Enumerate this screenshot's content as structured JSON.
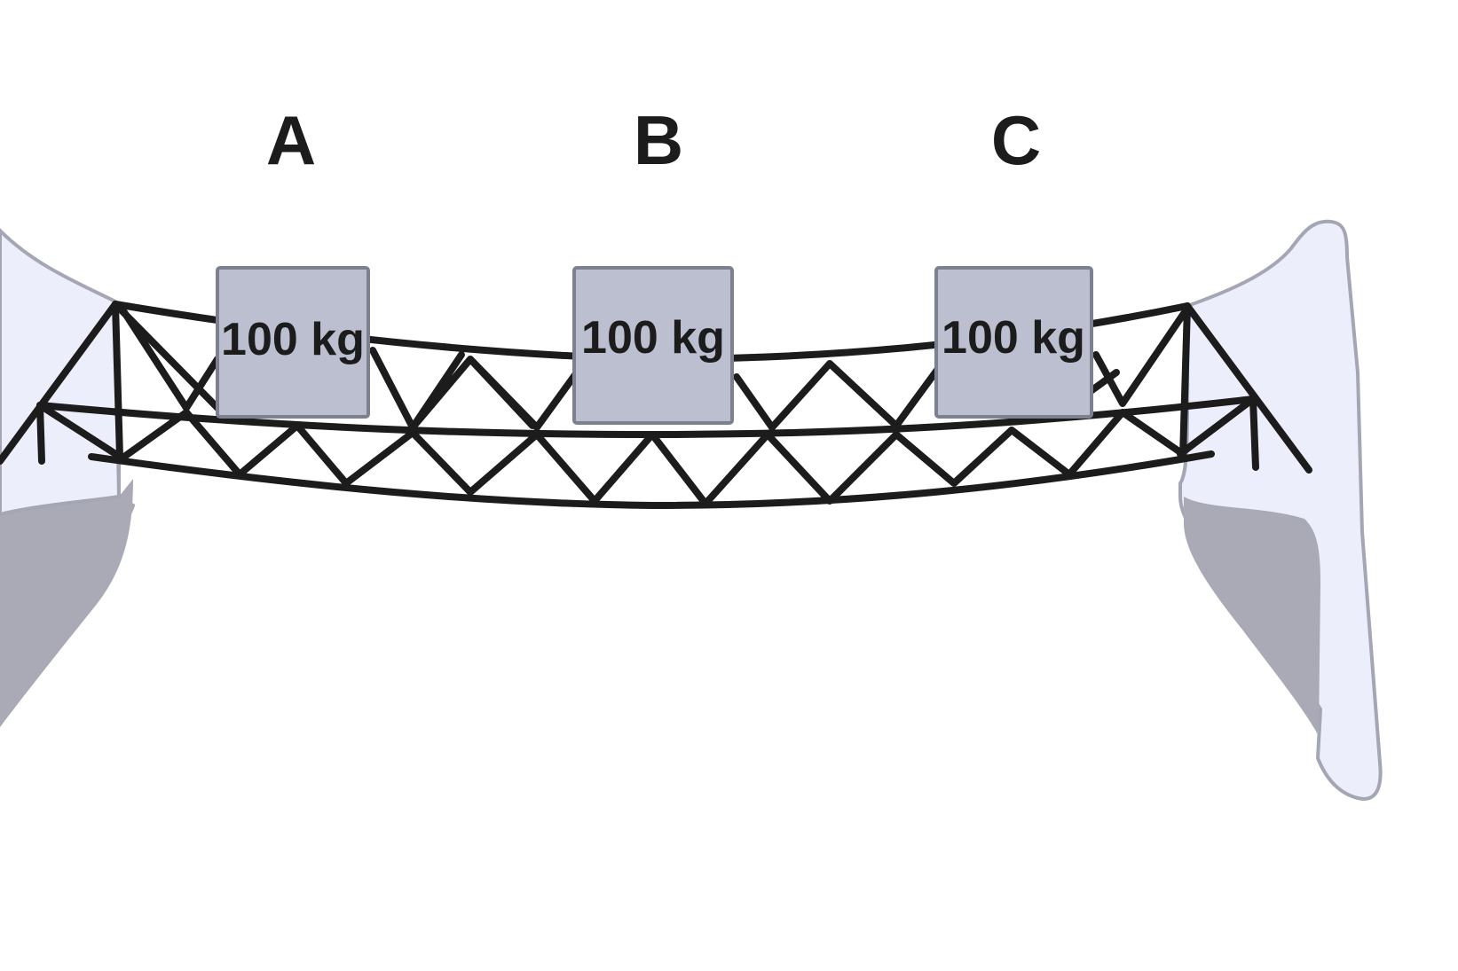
{
  "labels": {
    "a": "A",
    "b": "B",
    "c": "C"
  },
  "weights": {
    "a": "100 kg",
    "b": "100 kg",
    "c": "100 kg"
  },
  "colors": {
    "cliff_light": "#eceefc",
    "cliff_shadow": "#a9aab6",
    "cliff_outline": "#a4a6b3",
    "weight_fill": "#bbbfcf",
    "weight_stroke": "#7d808e",
    "truss": "#1c1c1c"
  }
}
